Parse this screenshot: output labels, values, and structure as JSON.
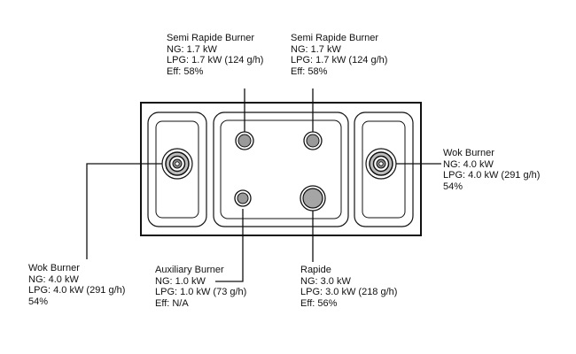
{
  "burners": {
    "semi_rapide_left": {
      "name": "Semi Rapide Burner",
      "ng": "NG: 1.7 kW",
      "lpg": "LPG: 1.7 kW (124 g/h)",
      "eff": "Eff: 58%"
    },
    "semi_rapide_right": {
      "name": "Semi Rapide Burner",
      "ng": "NG: 1.7 kW",
      "lpg": "LPG: 1.7 kW (124 g/h)",
      "eff": "Eff: 58%"
    },
    "wok_right": {
      "name": "Wok Burner",
      "ng": "NG: 4.0 kW",
      "lpg": "LPG: 4.0 kW (291 g/h)",
      "eff": "54%"
    },
    "wok_left": {
      "name": "Wok Burner",
      "ng": "NG: 4.0 kW",
      "lpg": "LPG: 4.0 kW (291 g/h)",
      "eff": "54%"
    },
    "auxiliary": {
      "name": "Auxiliary Burner",
      "ng": "NG: 1.0 kW",
      "lpg": "LPG: 1.0 kW (73 g/h)",
      "eff": "Eff: N/A"
    },
    "rapide": {
      "name": "Rapide",
      "ng": "NG: 3.0 kW",
      "lpg": "LPG: 3.0 kW (218 g/h)",
      "eff": "Eff: 56%"
    }
  }
}
